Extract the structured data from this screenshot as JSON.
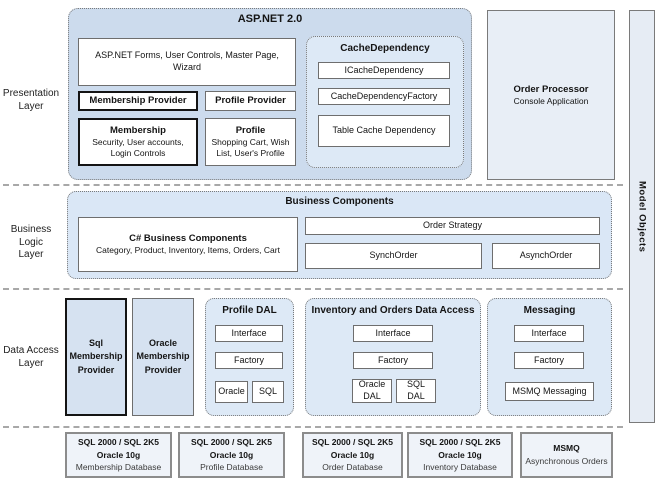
{
  "colors": {
    "big_box_fill": "#ccdbed",
    "subgroup_fill": "#dde9f6",
    "plain_fill": "#e8eef6",
    "db_fill": "#eff3f9",
    "border_gray": "#7a7a7a",
    "border_black": "#141414"
  },
  "side_labels": {
    "presentation": "Presentation\nLayer",
    "business": "Business Logic\nLayer",
    "data_access": "Data Access\nLayer"
  },
  "presentation": {
    "aspnet": {
      "title": "ASP.NET 2.0",
      "forms_box": "ASP.NET Forms, User Controls, Master Page, Wizard",
      "membership_provider": "Membership Provider",
      "profile_provider": "Profile Provider",
      "membership": {
        "title": "Membership",
        "subtitle": "Security, User accounts, Login Controls"
      },
      "profile": {
        "title": "Profile",
        "subtitle": "Shopping Cart, Wish List, User's Profile"
      },
      "cache": {
        "title": "CacheDependency",
        "item1": "ICacheDependency",
        "item2": "CacheDependencyFactory",
        "item3": "Table Cache Dependency"
      }
    },
    "order_processor": {
      "title": "Order Processor",
      "subtitle": "Console Application"
    }
  },
  "model_objects": {
    "label": "Model Objects"
  },
  "business": {
    "title": "Business Components",
    "components": {
      "title": "C# Business Components",
      "subtitle": "Category, Product, Inventory, Items, Orders, Cart"
    },
    "order_strategy": "Order Strategy",
    "synch_order": "SynchOrder",
    "asynch_order": "AsynchOrder"
  },
  "data_access": {
    "sql_provider": "Sql\nMembership\nProvider",
    "oracle_provider": "Oracle\nMembership\nProvider",
    "profile_dal": {
      "title": "Profile DAL",
      "interface": "Interface",
      "factory": "Factory",
      "oracle": "Oracle",
      "sql": "SQL"
    },
    "inventory": {
      "title": "Inventory and Orders Data Access",
      "interface": "Interface",
      "factory": "Factory",
      "oracle_dal": "Oracle\nDAL",
      "sql_dal": "SQL\nDAL"
    },
    "messaging": {
      "title": "Messaging",
      "interface": "Interface",
      "factory": "Factory",
      "msmq": "MSMQ Messaging"
    }
  },
  "databases": [
    {
      "line1": "SQL 2000 / SQL 2K5",
      "line2": "Oracle 10g",
      "line3": "Membership Database"
    },
    {
      "line1": "SQL 2000 / SQL 2K5",
      "line2": "Oracle 10g",
      "line3": "Profile Database"
    },
    {
      "line1": "SQL 2000 / SQL 2K5",
      "line2": "Oracle 10g",
      "line3": "Order Database"
    },
    {
      "line1": "SQL 2000 / SQL 2K5",
      "line2": "Oracle 10g",
      "line3": "Inventory Database"
    },
    {
      "line1": "MSMQ",
      "line3": "Asynchronous Orders"
    }
  ]
}
